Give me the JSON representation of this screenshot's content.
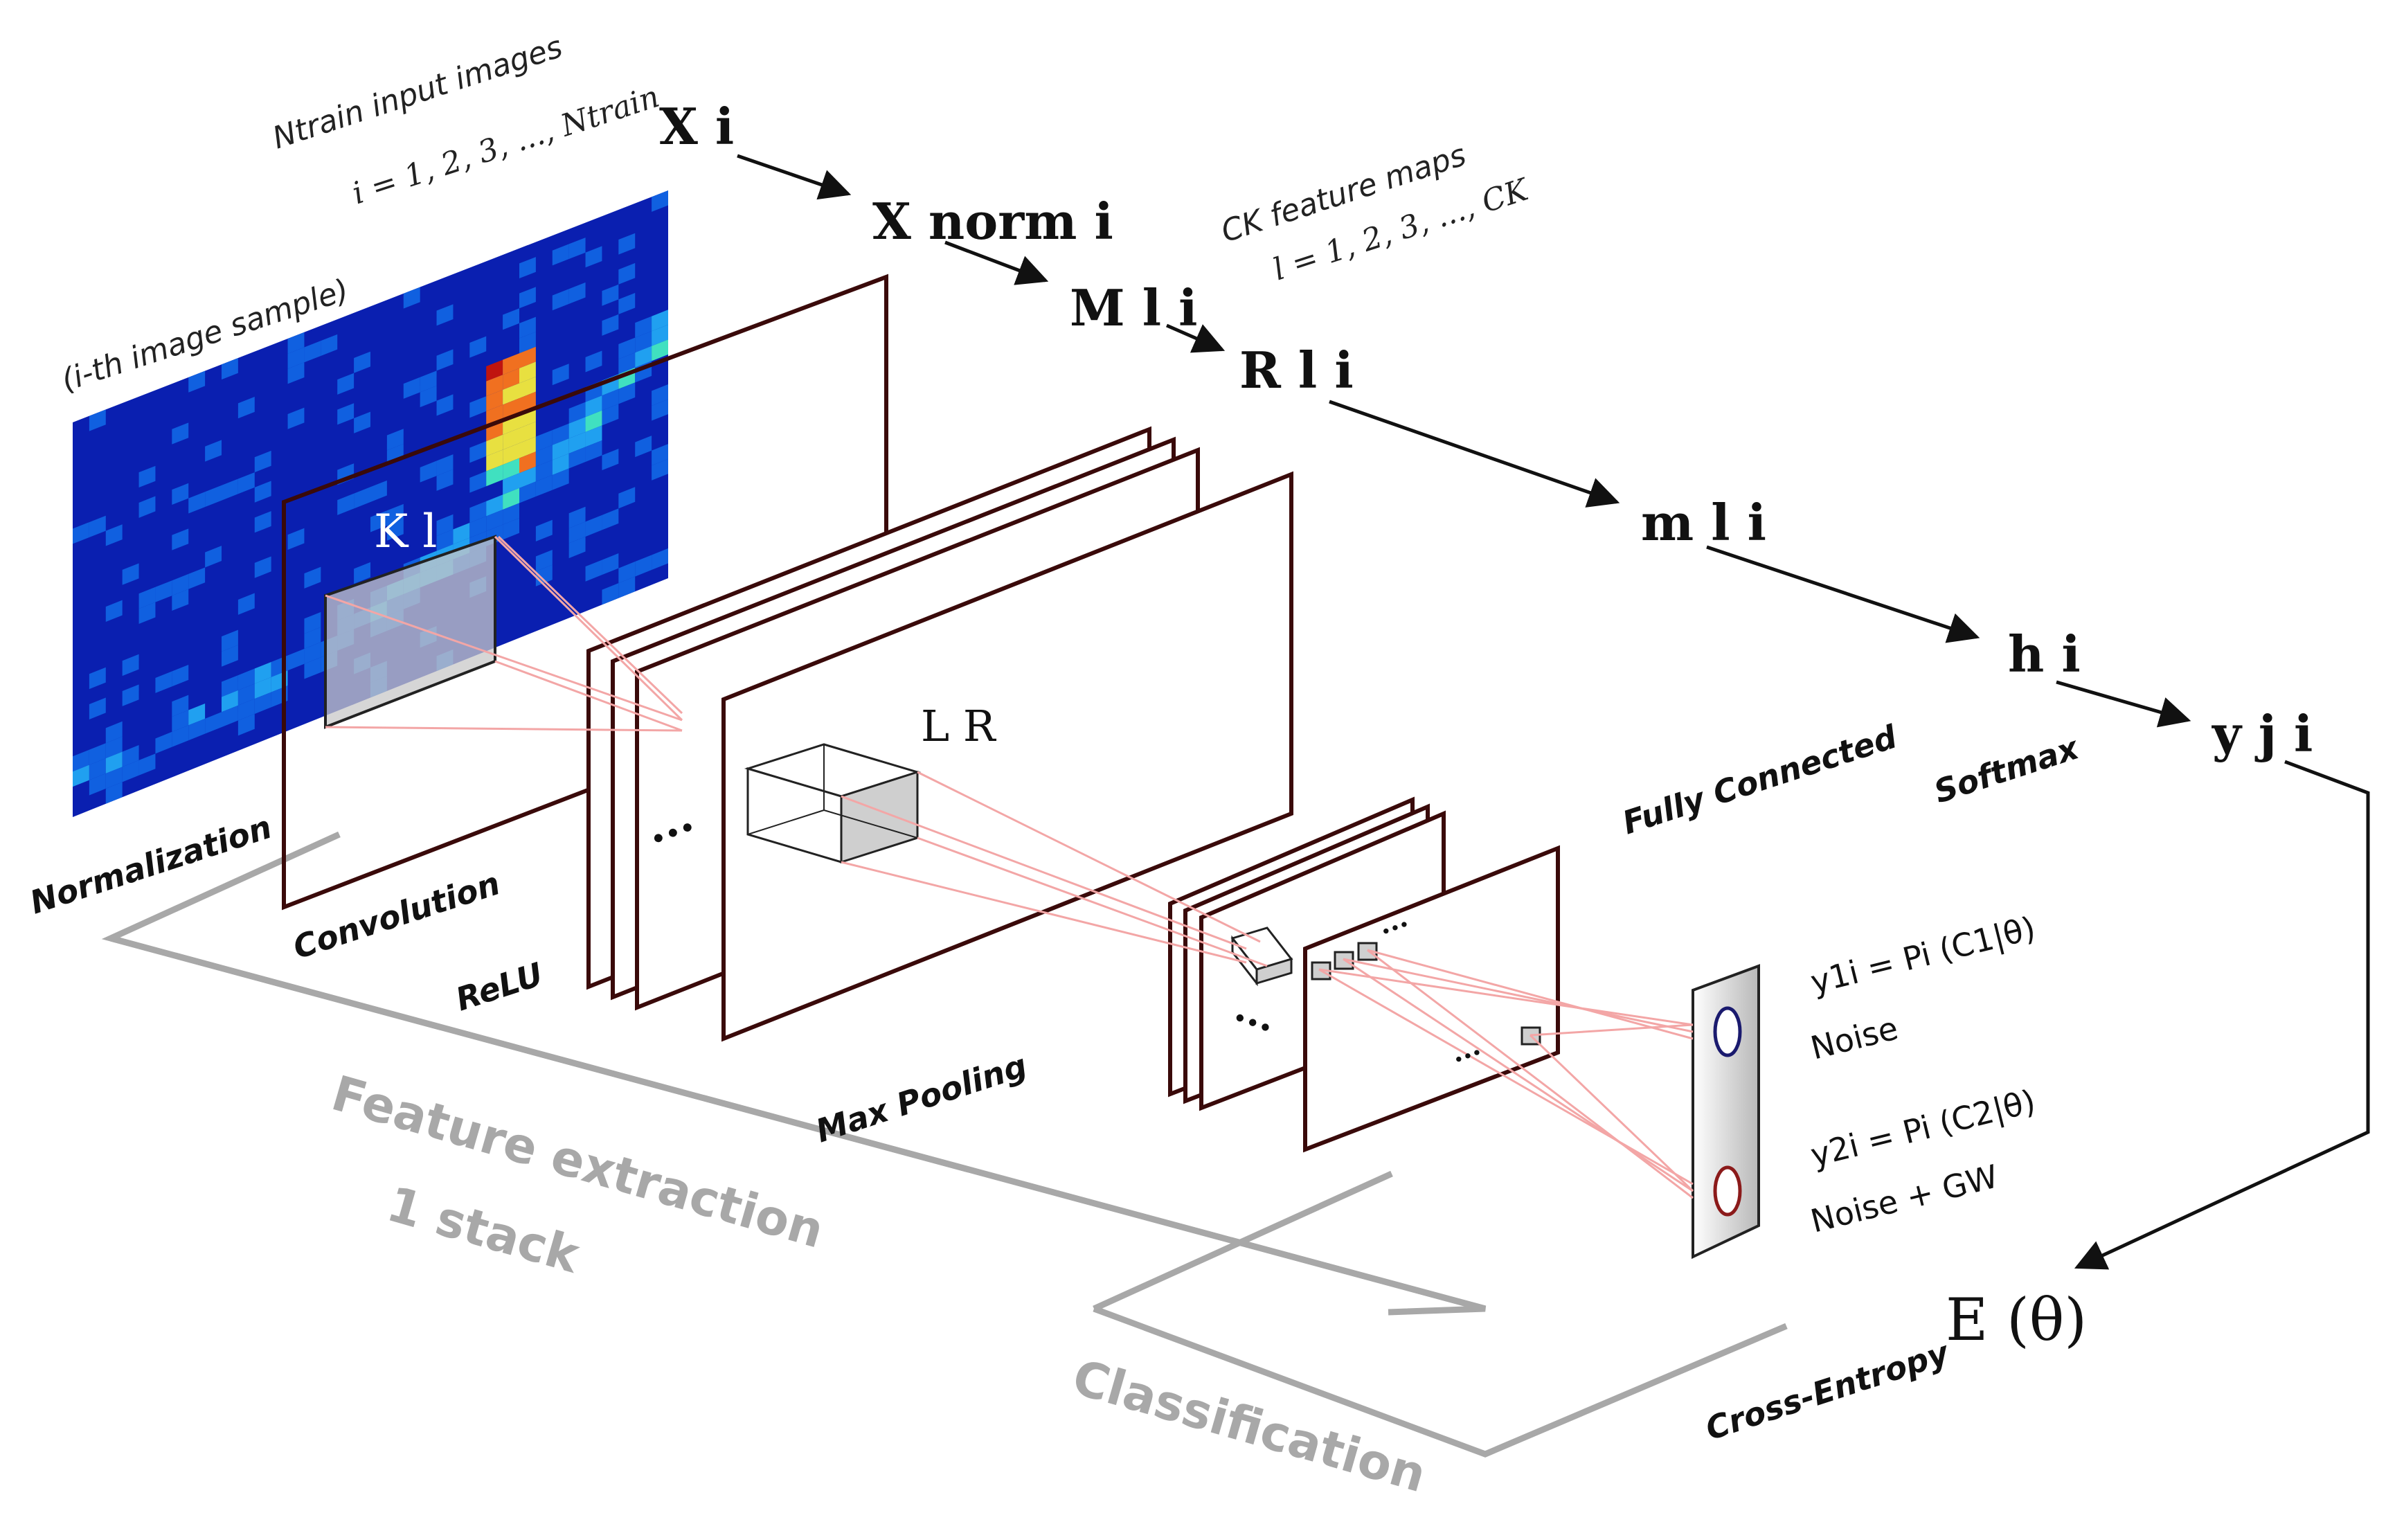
{
  "labels": {
    "normalization": "Normalization",
    "convolution": "Convolution",
    "relu": "ReLU",
    "max_pooling": "Max Pooling",
    "fully_connected": "Fully Connected",
    "softmax": "Softmax",
    "cross_entropy": "Cross-Entropy",
    "feature_extraction": "Feature extraction",
    "one_stack": "1 stack",
    "classification": "Classification"
  },
  "annotations": {
    "n_train_images": "Ntrain input images",
    "n_train_index": "i = 1, 2, 3, ..., Ntrain",
    "ith_sample": "(i-th image sample)",
    "ck_maps": "CK feature maps",
    "ck_index": "l = 1, 2, 3, ..., CK"
  },
  "math": {
    "x_i": "X i",
    "x_norm_i": "X norm i",
    "m_l_i": "M l i",
    "r_l_i": "R l i",
    "small_m_l_i": "m l i",
    "h_i": "h i",
    "y_j_i": "y j i",
    "kernel": "K l",
    "receptive": "L R",
    "energy": "E (θ)",
    "dots": "···"
  },
  "outputs": {
    "y1_formula": "y1i = Pi (C1|θ)",
    "y1_label": "Noise",
    "y2_formula": "y2i = Pi (C2|θ)",
    "y2_label": "Noise + GW"
  },
  "colors": {
    "frame": "#3a0a0a",
    "link": "#f3a6a6",
    "grey": "#a8a8a8",
    "heatmap_bg": "#0a1fb0",
    "node1": "#1a1a6e",
    "node2": "#8b1a1a"
  },
  "icons": {
    "output_node_1": "ellipse-node",
    "output_node_2": "ellipse-node"
  }
}
